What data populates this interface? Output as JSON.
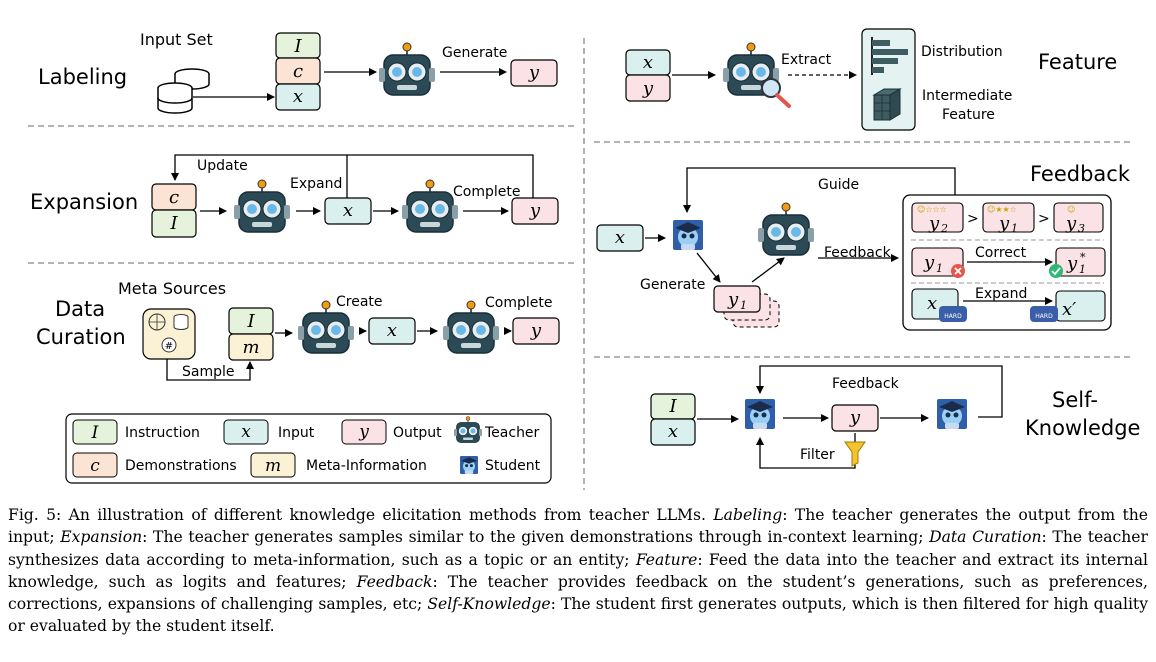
{
  "sections": {
    "labeling": "Labeling",
    "expansion": "Expansion",
    "data_curation_1": "Data",
    "data_curation_2": "Curation",
    "feature": "Feature",
    "feedback": "Feedback",
    "self_knowledge_1": "Self-",
    "self_knowledge_2": "Knowledge"
  },
  "labels": {
    "input_set": "Input Set",
    "generate": "Generate",
    "update": "Update",
    "expand": "Expand",
    "complete": "Complete",
    "meta_sources": "Meta Sources",
    "create": "Create",
    "sample": "Sample",
    "extract": "Extract",
    "distribution": "Distribution",
    "intermediate_1": "Intermediate",
    "intermediate_2": "Feature",
    "guide": "Guide",
    "feedback_arrow": "Feedback",
    "correct": "Correct",
    "hard": "HARD",
    "filter": "Filter"
  },
  "symbols": {
    "I": "I",
    "c": "c",
    "x": "x",
    "y": "y",
    "m": "m",
    "y1": "y",
    "y2": "y",
    "y3": "y",
    "sub1": "1",
    "sub2": "2",
    "sub3": "3",
    "star": "*",
    "xprime": "x′",
    "gt": ">",
    "hash": "#"
  },
  "legend": {
    "instruction": "Instruction",
    "input": "Input",
    "output": "Output",
    "teacher": "Teacher",
    "demonstrations": "Demonstrations",
    "meta_information": "Meta-Information",
    "student": "Student"
  },
  "colors": {
    "instruction": "#e6f3dc",
    "demonstration": "#fbe4d4",
    "input": "#d9f0ee",
    "output": "#fbe2e6",
    "meta": "#fbf1d4",
    "panel": "#e4f3f1",
    "robot_head": "#2b4a56",
    "robot_eye_ring": "#e8eef0",
    "robot_eye": "#6ab8e8",
    "antenna": "#f39c12",
    "student_blue": "#3a7bd5",
    "filter_yellow": "#f4c430",
    "divider": "#888888"
  },
  "caption": {
    "fig": "Fig. 5: An illustration of different knowledge elicitation methods from teacher LLMs. ",
    "labeling_term": "Labeling",
    "labeling_desc": ": The teacher generates the output from the input; ",
    "expansion_term": "Expansion",
    "expansion_desc": ": The teacher generates samples similar to the given demonstrations through in-context learning; ",
    "curation_term": "Data Curation",
    "curation_desc": ": The teacher synthesizes data according to meta-information, such as a topic or an entity; ",
    "feature_term": "Feature",
    "feature_desc": ": Feed the data into the teacher and extract its internal knowledge, such as logits and features; ",
    "feedback_term": "Feedback",
    "feedback_desc": ": The teacher provides feedback on the student’s generations, such as preferences, corrections, expansions of challenging samples, etc; ",
    "self_term": "Self-Knowledge",
    "self_desc": ": The student first generates outputs, which is then filtered for high quality or evaluated by the student itself."
  }
}
